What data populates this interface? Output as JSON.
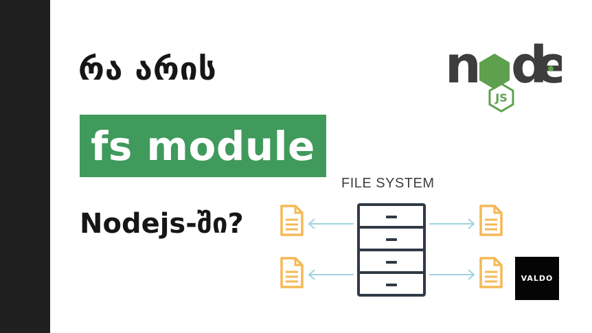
{
  "headline": "რა არის",
  "highlight": "fs module",
  "subline": "Nodejs-ში?",
  "logo": {
    "node_text": "node",
    "js_text": "JS",
    "icon": "nodejs-logo"
  },
  "diagram": {
    "title": "FILE SYSTEM",
    "icons": [
      "file-icon",
      "cabinet-icon",
      "arrow-icon"
    ]
  },
  "badge": {
    "text": "VALDO"
  },
  "colors": {
    "sidebar": "#1f1f1f",
    "highlight_bg": "#3f9a5c",
    "node_green": "#5fa04e",
    "file_orange": "#f5b854",
    "arrow_blue": "#9fd3e0",
    "cabinet": "#2f3a45"
  }
}
